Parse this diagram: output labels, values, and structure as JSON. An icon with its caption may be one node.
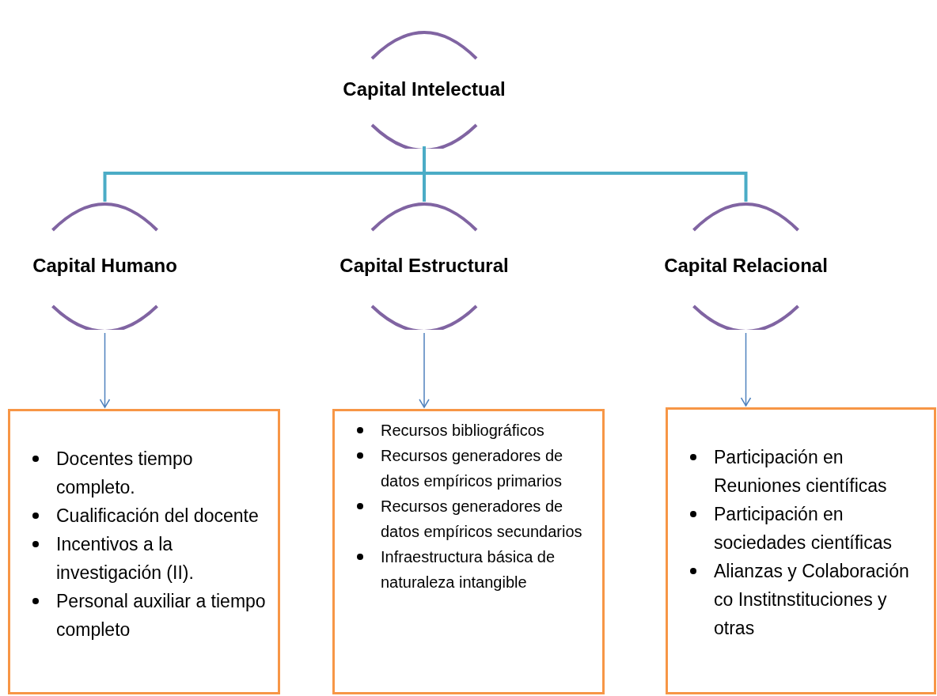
{
  "diagram": {
    "nodes": [
      {
        "text": [
          "Capital Intelectual"
        ]
      },
      {
        "text": [
          "Capital Humano"
        ]
      },
      {
        "text": [
          "Capital Estructural"
        ]
      },
      {
        "text": [
          "Capital Relacional"
        ]
      },
      {
        "text": [
          "Docentes tiempo completo.",
          "Cualificación del docente",
          "Incentivos a la investigación (II).",
          "Personal auxiliar a tiempo completo"
        ]
      },
      {
        "text": [
          "Recursos bibliográficos",
          "Recursos generadores de datos empíricos primarios",
          "Recursos generadores de datos empíricos secundarios",
          "Infraestructura básica de naturaleza intangible"
        ]
      },
      {
        "text": [
          "Participación en Reuniones científicas",
          "Participación en sociedades científicas",
          "Alianzas y Colaboración co Institnstituciones y otras"
        ]
      }
    ],
    "edges": [
      {
        "from": 0,
        "to": 1,
        "arrow": "none",
        "color": "#4bacc6",
        "style": "thick"
      },
      {
        "from": 0,
        "to": 2,
        "arrow": "none",
        "color": "#4bacc6",
        "style": "thick"
      },
      {
        "from": 0,
        "to": 3,
        "arrow": "none",
        "color": "#4bacc6",
        "style": "thick"
      },
      {
        "from": 1,
        "to": 4,
        "arrow": "to",
        "color": "#4f81bd"
      },
      {
        "from": 2,
        "to": 5,
        "arrow": "to",
        "color": "#4f81bd"
      },
      {
        "from": 3,
        "to": 6,
        "arrow": "to",
        "color": "#4f81bd"
      }
    ]
  }
}
